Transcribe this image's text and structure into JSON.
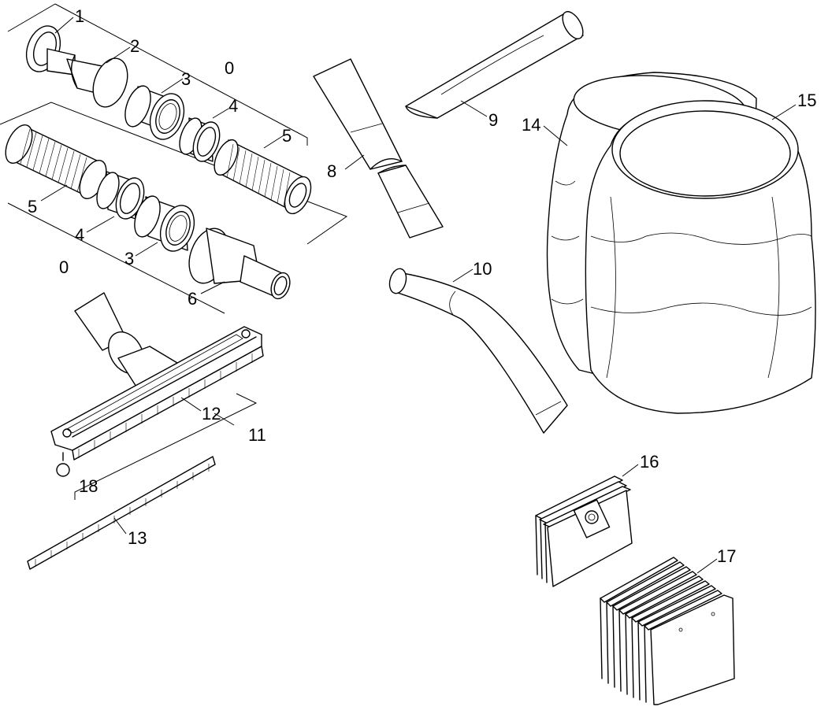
{
  "callouts": {
    "c1": "1",
    "c2": "2",
    "c3a": "3",
    "c0a": "0",
    "c4a": "4",
    "c5a": "5",
    "c5b": "5",
    "c4b": "4",
    "c0b": "0",
    "c3b": "3",
    "c6": "6",
    "c8": "8",
    "c9": "9",
    "c10": "10",
    "c14": "14",
    "c15": "15",
    "c12": "12",
    "c11": "11",
    "c18": "18",
    "c13": "13",
    "c16": "16",
    "c17": "17"
  }
}
